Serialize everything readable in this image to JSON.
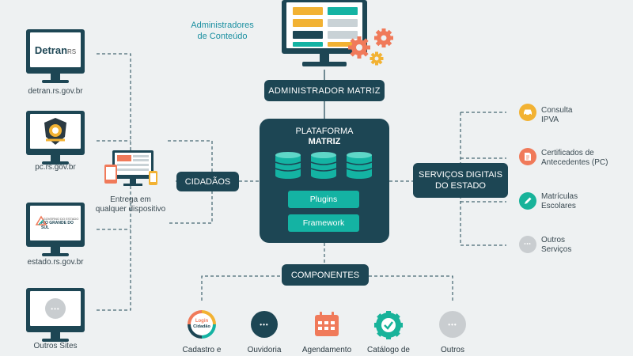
{
  "diagram": {
    "admin_caption_line1": "Administradores",
    "admin_caption_line2": "de  Conteúdo",
    "admin_matriz": "ADMINISTRADOR MATRIZ",
    "platform_line1": "PLATAFORMA",
    "platform_line2": "MATRIZ",
    "plugins": "Plugins",
    "framework": "Framework",
    "componentes": "COMPONENTES",
    "cidadaos": "CIDADÃOS",
    "servicos_line1": "SERVIÇOS DIGITAIS",
    "servicos_line2": "DO ESTADO",
    "entrega_line1": "Entrega em",
    "entrega_line2": "qualquer dispositivo"
  },
  "sites": [
    {
      "logo": "Detran",
      "logo_suffix": "RS",
      "caption": "detran.rs.gov.br"
    },
    {
      "caption": "pc.rs.gov.br"
    },
    {
      "logo_small": "GOVERNO DO ESTADO",
      "logo_main": "RIO GRANDE DO SUL",
      "caption": "estado.rs.gov.br"
    },
    {
      "dots": "•••",
      "caption": "Outros Sites"
    }
  ],
  "services": [
    {
      "line1": "Consulta",
      "line2": "IPVA",
      "color": "#f2b233"
    },
    {
      "line1": "Certificados de",
      "line2": "Antecedentes (PC)",
      "color": "#f07a5a"
    },
    {
      "line1": "Matrículas",
      "line2": "Escolares",
      "color": "#18b39a"
    },
    {
      "line1": "Outros",
      "line2": "Serviços",
      "color": "#c9cdd0"
    }
  ],
  "components": [
    {
      "label": "Cadastro e",
      "badge_line1": "Login",
      "badge_line2": "Cidadão"
    },
    {
      "label": "Ouvidoria",
      "color": "#1d4654"
    },
    {
      "label": "Agendamento",
      "color": "#f07a5a"
    },
    {
      "label": "Catálogo de",
      "color": "#18b39a"
    },
    {
      "label": "Outros",
      "color": "#c9cdd0"
    }
  ],
  "colors": {
    "dark": "#1d4654",
    "accent": "#14b3a3",
    "background": "#eef1f2"
  }
}
